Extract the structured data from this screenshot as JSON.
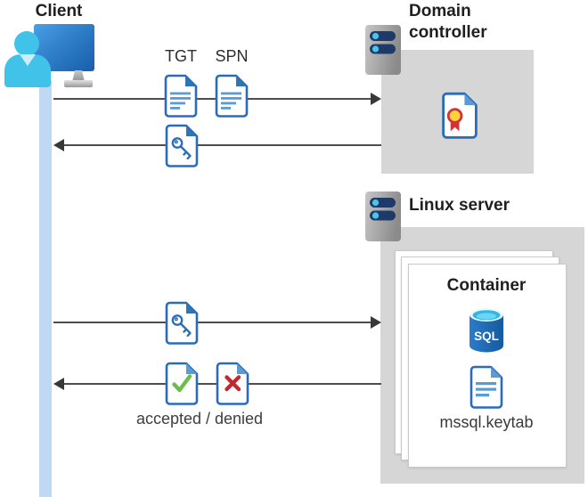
{
  "client": {
    "title": "Client"
  },
  "domain_controller": {
    "title": "Domain controller"
  },
  "linux_server": {
    "title": "Linux server"
  },
  "container": {
    "title": "Container",
    "sql_label": "SQL",
    "keytab_label": "mssql.keytab"
  },
  "flow": {
    "tgt_label": "TGT",
    "spn_label": "SPN",
    "result_caption": "accepted / denied",
    "request_direction": "client-to-domain-controller",
    "response_direction": "domain-controller-to-client",
    "present_direction": "client-to-linux-server",
    "result_direction": "linux-server-to-client"
  },
  "icons": {
    "client": "user-workstation-icon",
    "server": "server-rack-icon",
    "ticket_document": "ticket-document-icon",
    "key_document": "key-document-icon",
    "certificate_document": "certificate-document-icon",
    "accepted_document": "accepted-check-document-icon",
    "denied_document": "denied-cross-document-icon",
    "sql_database": "sql-database-icon",
    "keytab_document": "keytab-document-icon"
  },
  "colors": {
    "doc_blue": "#2b6cb8",
    "fold_blue_dark": "#2e75b6",
    "fold_blue_light": "#5b9bd5",
    "line_blue": "#5b9bd5",
    "timeline_blue": "#bfd8f4",
    "box_gray": "#d6d6d6",
    "arrow_gray": "#4d4d4d",
    "check_green": "#6abf4b",
    "cross_red": "#c02a2e",
    "cert_yellow": "#ffd23c",
    "cert_red": "#d13438",
    "person_cyan": "#41c2e8",
    "pill_navy": "#1e3a69",
    "pill_dot_cyan": "#49c5ec",
    "sql_body_blue": "#1a67b5",
    "sql_top_cyan": "#32b7e3"
  }
}
